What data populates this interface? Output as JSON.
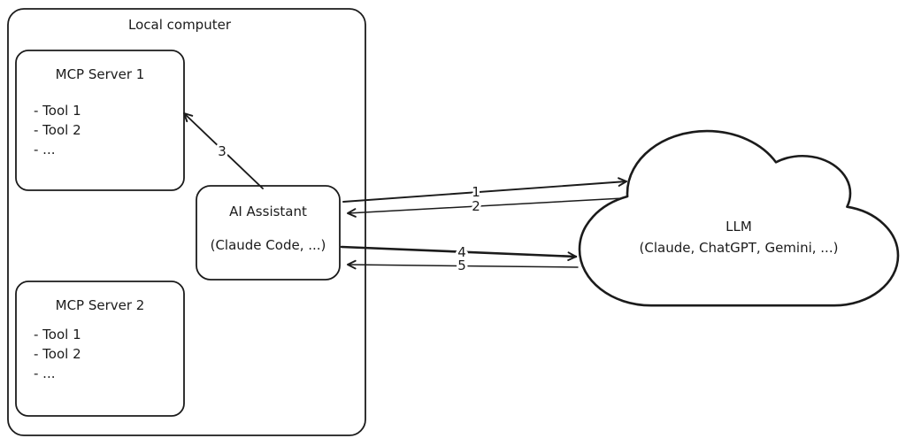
{
  "diagram": {
    "background": "#ffffff",
    "stroke_color": "#1b1b1b",
    "local_computer": {
      "label": "Local computer"
    },
    "mcp_server_1": {
      "title": "MCP Server 1",
      "tools": [
        "- Tool 1",
        "- Tool 2",
        "- ..."
      ]
    },
    "mcp_server_2": {
      "title": "MCP Server 2",
      "tools": [
        "- Tool 1",
        "- Tool 2",
        "- ..."
      ]
    },
    "ai_assistant": {
      "name": "AI Assistant",
      "subtitle": "(Claude Code, ...)"
    },
    "llm": {
      "name": "LLM",
      "subtitle": "(Claude, ChatGPT, Gemini, ...)"
    },
    "arrow_labels": {
      "step_1": "1",
      "step_2": "2",
      "step_3": "3",
      "step_4": "4",
      "step_5": "5"
    }
  }
}
